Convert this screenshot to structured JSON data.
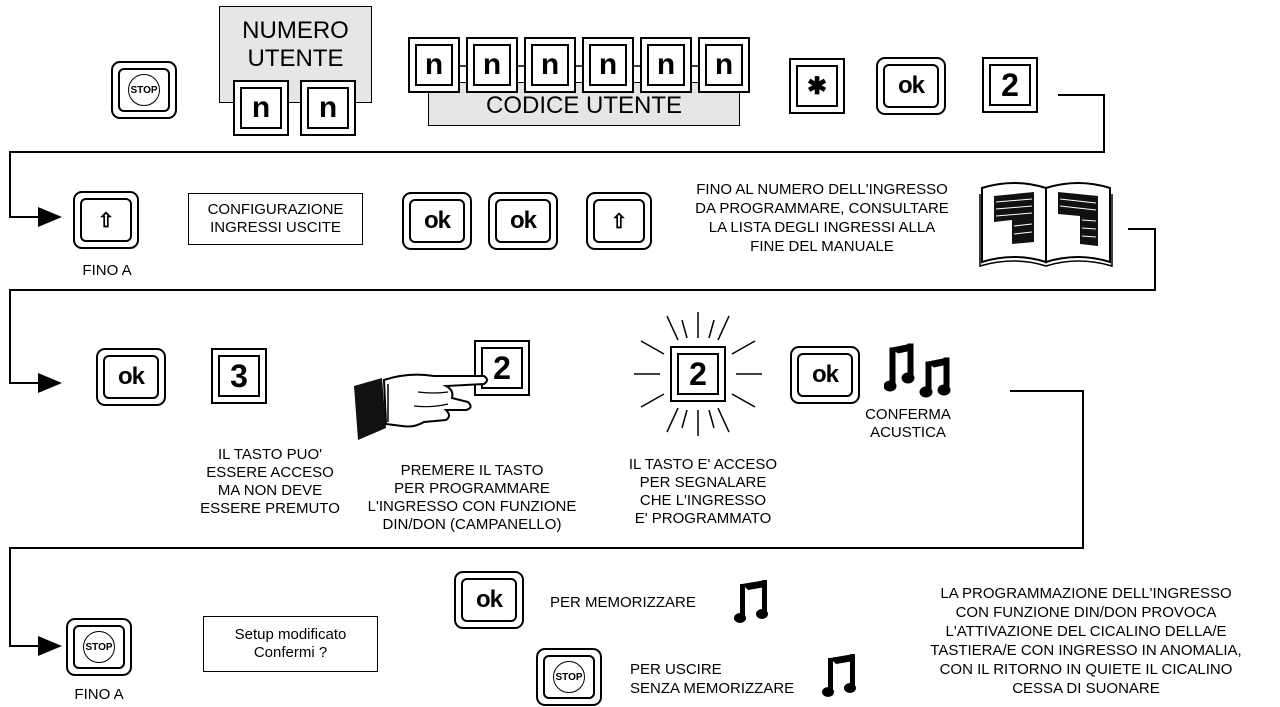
{
  "row1": {
    "stop_label": "STOP",
    "numero_utente": [
      "NUMERO",
      "UTENTE"
    ],
    "n_label": "n",
    "codice_utente": "CODICE UTENTE",
    "star_label": "✱",
    "ok_label": "ok",
    "digit_2": "2"
  },
  "row2": {
    "up_arrow": "⇧",
    "fino_a": "FINO A",
    "config_box": [
      "CONFIGURAZIONE",
      "INGRESSI USCITE"
    ],
    "ok_label": "ok",
    "instruction": [
      "FINO AL NUMERO DELL'INGRESSO",
      "DA PROGRAMMARE, CONSULTARE",
      "LA LISTA DEGLI INGRESSI ALLA",
      "FINE DEL MANUALE"
    ],
    "manual_icon": "open-book-icon"
  },
  "row3": {
    "ok_label": "ok",
    "digit_3": "3",
    "digit_2": "2",
    "note_key_lit": [
      "IL TASTO PUO'",
      "ESSERE ACCESO",
      "MA NON DEVE",
      "ESSERE PREMUTO"
    ],
    "note_press": [
      "PREMERE IL TASTO",
      "PER PROGRAMMARE",
      "L'INGRESSO CON FUNZIONE",
      "DIN/DON (CAMPANELLO)"
    ],
    "note_lit": [
      "IL TASTO E' ACCESO",
      "PER SEGNALARE",
      "CHE L'INGRESSO",
      "E' PROGRAMMATO"
    ],
    "acoustic": [
      "CONFERMA",
      "ACUSTICA"
    ],
    "hand_icon": "pointing-hand-icon",
    "music_icon": "music-note-icon"
  },
  "row4": {
    "stop_label": "STOP",
    "fino_a": "FINO A",
    "setup_box": [
      "Setup modificato",
      "Confermi ?"
    ],
    "ok_label": "ok",
    "memorize": "PER MEMORIZZARE",
    "exit": [
      "PER USCIRE",
      "SENZA MEMORIZZARE"
    ],
    "warning": [
      "LA PROGRAMMAZIONE DELL'INGRESSO",
      "CON FUNZIONE DIN/DON PROVOCA",
      "L'ATTIVAZIONE DEL CICALINO DELLA/E",
      "TASTIERA/E CON INGRESSO IN ANOMALIA,",
      "CON IL RITORNO IN QUIETE IL CICALINO",
      "CESSA DI SUONARE"
    ]
  }
}
